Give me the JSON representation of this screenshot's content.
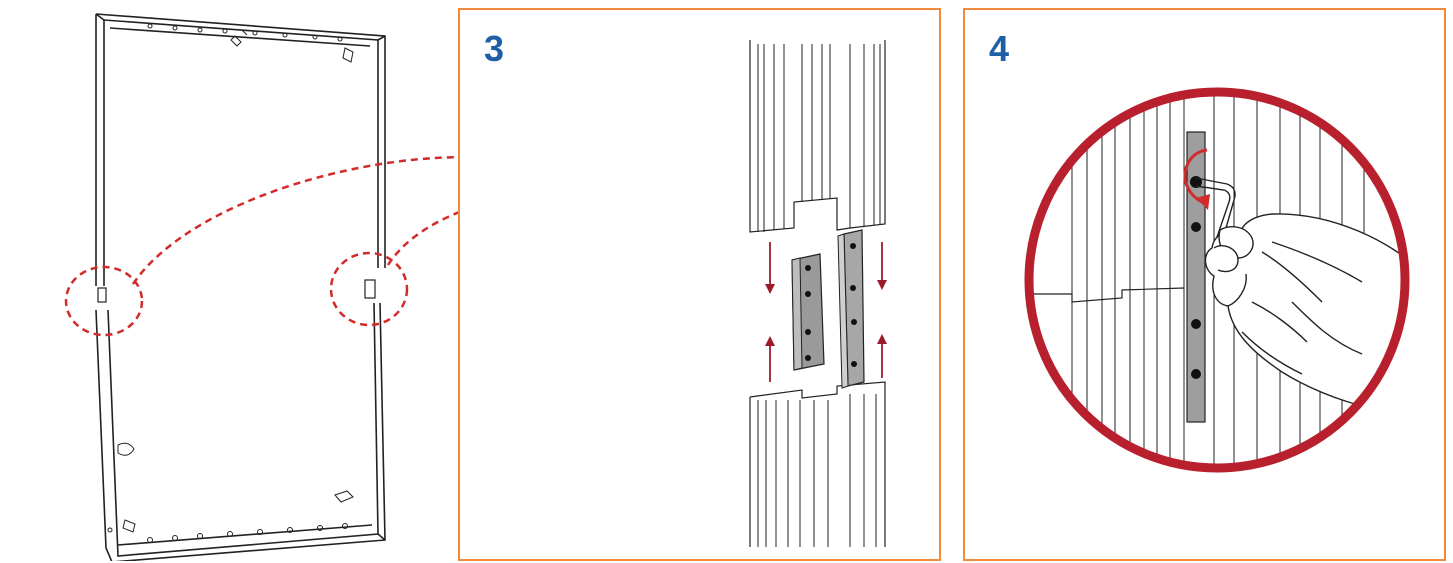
{
  "steps": [
    {
      "number": "3"
    },
    {
      "number": "4"
    }
  ],
  "colors": {
    "panel_border": "#f08a3c",
    "step_number": "#1f5fa8",
    "callout_dash": "#d12b2b",
    "arrow": "#9b1b2a",
    "magnifier_ring": "#b8202e"
  },
  "icons": {
    "frame": "display-frame-illustration",
    "connector": "connector-plate-illustration",
    "hand": "hand-with-allen-key-illustration",
    "rotate": "rotate-arrow-icon"
  }
}
